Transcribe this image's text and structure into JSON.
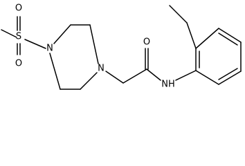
{
  "molecule": {
    "atoms": {
      "s1": "S",
      "o_s_top": "O",
      "o_s_bottom": "O",
      "n_pip_left": "N",
      "n_pip_right": "N",
      "o_carbonyl": "O",
      "n_amide": "NH"
    },
    "colors": {
      "bond": "#000000",
      "label": "#000000",
      "background": "#ffffff"
    }
  }
}
